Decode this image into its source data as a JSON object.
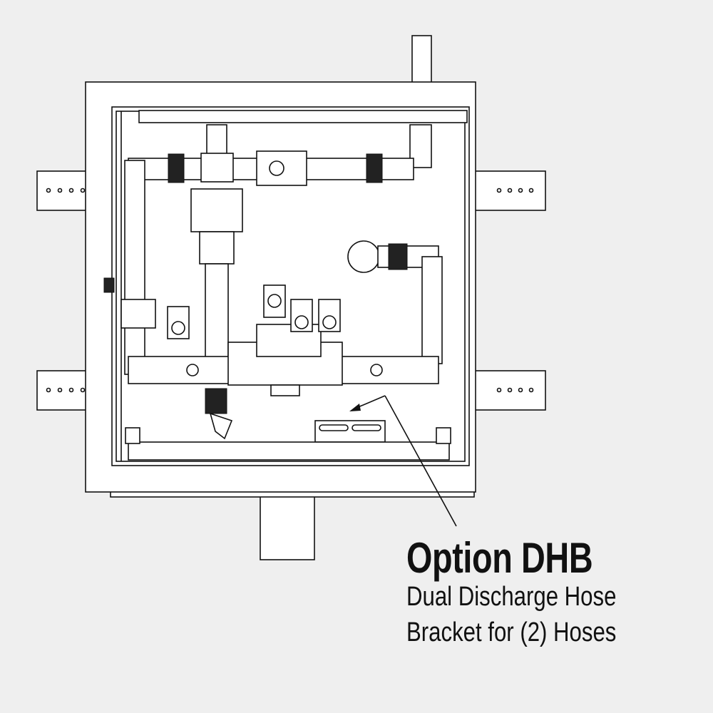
{
  "title": "Option DHB",
  "description_lines": [
    "Dual Discharge Hose",
    "Bracket for (2) Hoses"
  ],
  "colors": {
    "background": "#efefef",
    "line": "#111111"
  }
}
